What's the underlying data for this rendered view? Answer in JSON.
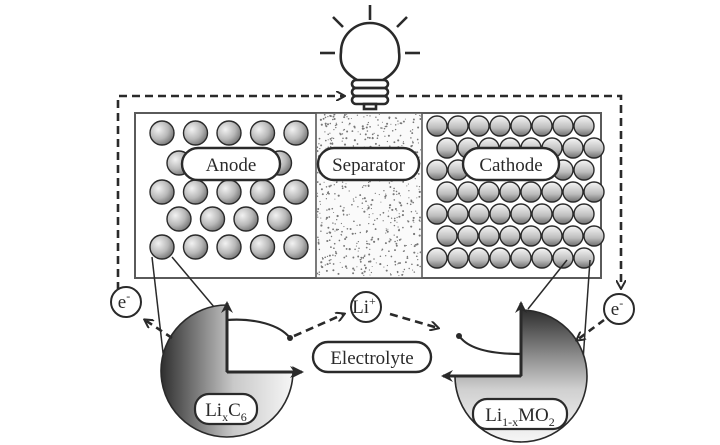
{
  "title": "Lithium-ion battery charge/discharge schematic",
  "labels": {
    "anode": "Anode",
    "separator": "Separator",
    "cathode": "Cathode",
    "electrolyte": "Electrolyte",
    "lithium_ion": {
      "base": "Li",
      "sup": "+"
    },
    "electron_left": {
      "base": "e",
      "sup": "-"
    },
    "electron_right": {
      "base": "e",
      "sup": "-"
    },
    "anode_material": {
      "base": "Li",
      "sub1": "x",
      "mid": "C",
      "sub2": "6"
    },
    "cathode_material": {
      "base": "Li",
      "sub1": "1-x",
      "mid": "MO",
      "sub2": "2"
    }
  },
  "components": {
    "load": "light-bulb-icon",
    "anode_particles": {
      "rows": 5,
      "per_row": [
        5,
        4,
        5,
        4,
        5
      ]
    },
    "cathode_particles": {
      "rows": 7,
      "per_row": [
        8,
        8,
        8,
        8,
        8,
        8,
        8
      ]
    }
  },
  "colors": {
    "stroke": "#2a2a2a",
    "box_stroke": "#5a5a5a",
    "separator_dots": "#777777",
    "gradient_dark": "#3a3a3a",
    "gradient_light": "#f4f4f4"
  }
}
